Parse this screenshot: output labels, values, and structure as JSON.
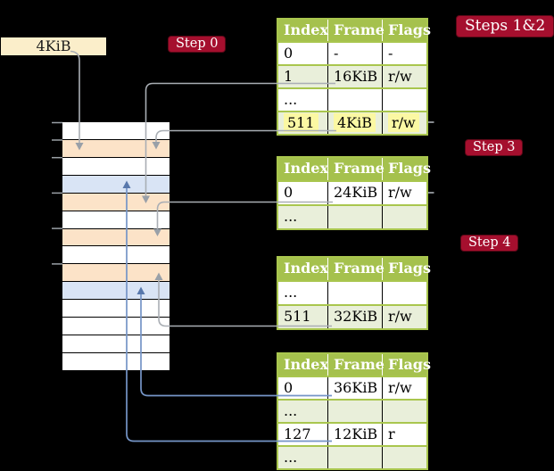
{
  "colors": {
    "badge_red": "#a50f2e",
    "badge_border": "#5c0817",
    "table_header": "#a5c14d",
    "table_border": "#a9c64e",
    "row_green": "#e9efda",
    "highlight_yellow": "#fbf8a3",
    "stack_orange": "#fce3c8",
    "stack_blue": "#d9e4f5",
    "box_cream": "#fbeeca",
    "gray_line": "#a9aeb4",
    "gray_arrow": "#99a0a8",
    "blue_line": "#7595c7",
    "blue_arrow": "#5878ac",
    "tick_gray": "#9aa0a6"
  },
  "page_box": {
    "label": "4KiB"
  },
  "step_badges": [
    {
      "label": "Steps 1&2"
    },
    {
      "label": "Step 0"
    },
    {
      "label": "Step 3"
    },
    {
      "label": "Step 4"
    }
  ],
  "memory_stack": {
    "rows": [
      "white",
      "orange",
      "white",
      "blue",
      "orange",
      "white",
      "orange",
      "white",
      "orange",
      "blue",
      "white",
      "white",
      "white",
      "white"
    ]
  },
  "tables": [
    {
      "header": [
        "Index",
        "Frame",
        "Flags"
      ],
      "rows": [
        {
          "cells": [
            "0",
            "-",
            "-"
          ],
          "shaded": false,
          "highlight": false
        },
        {
          "cells": [
            "1",
            "16KiB",
            "r/w"
          ],
          "shaded": true,
          "highlight": false
        },
        {
          "cells": [
            "...",
            "",
            ""
          ],
          "shaded": false,
          "highlight": false
        },
        {
          "cells": [
            "511",
            "4KiB",
            "r/w"
          ],
          "shaded": true,
          "highlight": true
        }
      ]
    },
    {
      "header": [
        "Index",
        "Frame",
        "Flags"
      ],
      "rows": [
        {
          "cells": [
            "0",
            "24KiB",
            "r/w"
          ],
          "shaded": false,
          "highlight": false
        },
        {
          "cells": [
            "...",
            "",
            ""
          ],
          "shaded": true,
          "highlight": false
        }
      ]
    },
    {
      "header": [
        "Index",
        "Frame",
        "Flags"
      ],
      "rows": [
        {
          "cells": [
            "...",
            "",
            ""
          ],
          "shaded": false,
          "highlight": false
        },
        {
          "cells": [
            "511",
            "32KiB",
            "r/w"
          ],
          "shaded": true,
          "highlight": false
        }
      ]
    },
    {
      "header": [
        "Index",
        "Frame",
        "Flags"
      ],
      "rows": [
        {
          "cells": [
            "0",
            "36KiB",
            "r/w"
          ],
          "shaded": false,
          "highlight": false
        },
        {
          "cells": [
            "...",
            "",
            ""
          ],
          "shaded": true,
          "highlight": false
        },
        {
          "cells": [
            "127",
            "12KiB",
            "r"
          ],
          "shaded": false,
          "highlight": false
        },
        {
          "cells": [
            "...",
            "",
            ""
          ],
          "shaded": true,
          "highlight": false
        }
      ]
    }
  ]
}
